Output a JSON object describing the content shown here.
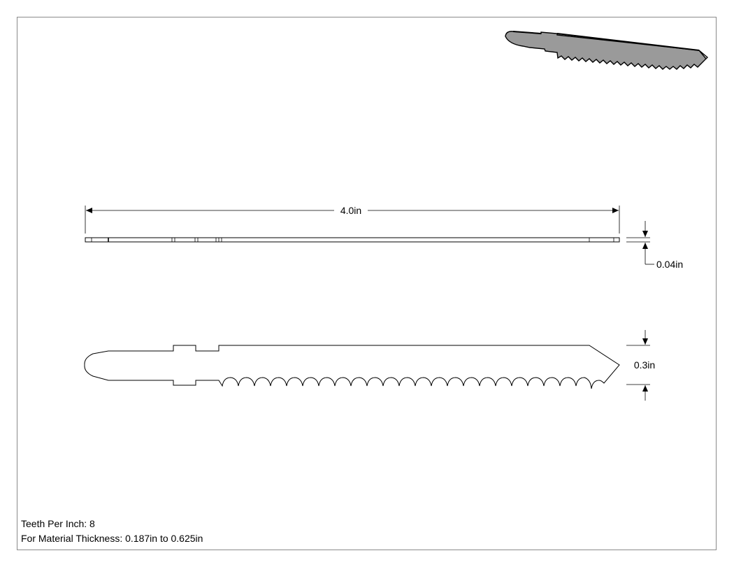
{
  "dimensions": {
    "length": "4.0in",
    "thickness": "0.04in",
    "width": "0.3in"
  },
  "notes": {
    "teeth_per_inch": "Teeth Per Inch: 8",
    "material_thickness": "For Material Thickness: 0.187in to 0.625in"
  },
  "colors": {
    "line": "#000000",
    "iso_fill": "#9a9a9a",
    "frame": "#8a8a8a"
  }
}
